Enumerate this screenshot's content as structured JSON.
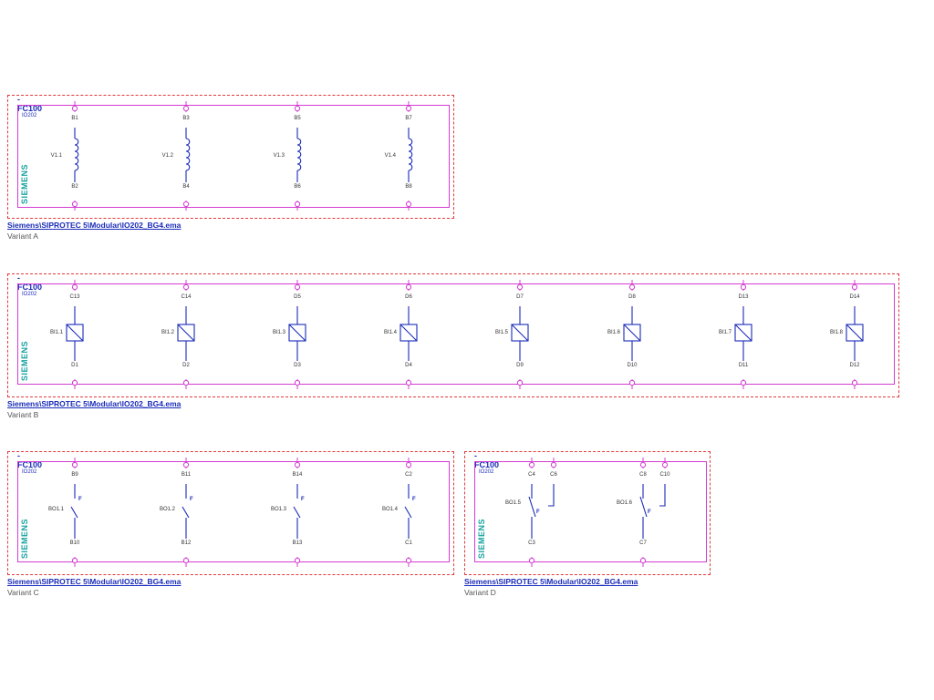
{
  "colors": {
    "frame_dashed": "#e0393c",
    "module_box": "#d43cd4",
    "wire": "#1a2bb8",
    "brand": "#17a3a0",
    "path_text": "#1a2bb8",
    "variant_text": "#555555"
  },
  "icons": {
    "coil": "inductor-coil-icon",
    "input": "binary-input-icon",
    "contact": "relay-contact-icon"
  },
  "variants": [
    {
      "id": "A",
      "tag": "-FC100",
      "module": "IO202",
      "brand": "SIEMENS",
      "path": "Siemens\\SIPROTEC 5\\Modular\\IO202_BG4.ema",
      "label": "Variant A",
      "units": [
        {
          "type": "coil",
          "name": "V1.1",
          "top": "B1",
          "bottom": "B2"
        },
        {
          "type": "coil",
          "name": "V1.2",
          "top": "B3",
          "bottom": "B4"
        },
        {
          "type": "coil",
          "name": "V1.3",
          "top": "B5",
          "bottom": "B6"
        },
        {
          "type": "coil",
          "name": "V1.4",
          "top": "B7",
          "bottom": "B8"
        }
      ]
    },
    {
      "id": "B",
      "tag": "-FC100",
      "module": "IO202",
      "brand": "SIEMENS",
      "path": "Siemens\\SIPROTEC 5\\Modular\\IO202_BG4.ema",
      "label": "Variant B",
      "units": [
        {
          "type": "input",
          "name": "BI1.1",
          "top": "C13",
          "bottom": "D1"
        },
        {
          "type": "input",
          "name": "BI1.2",
          "top": "C14",
          "bottom": "D2"
        },
        {
          "type": "input",
          "name": "BI1.3",
          "top": "D5",
          "bottom": "D3"
        },
        {
          "type": "input",
          "name": "BI1.4",
          "top": "D6",
          "bottom": "D4"
        },
        {
          "type": "input",
          "name": "BI1.5",
          "top": "D7",
          "bottom": "D9"
        },
        {
          "type": "input",
          "name": "BI1.6",
          "top": "D8",
          "bottom": "D10"
        },
        {
          "type": "input",
          "name": "BI1.7",
          "top": "D13",
          "bottom": "D11"
        },
        {
          "type": "input",
          "name": "BI1.8",
          "top": "D14",
          "bottom": "D12"
        }
      ]
    },
    {
      "id": "C",
      "tag": "-FC100",
      "module": "IO202",
      "brand": "SIEMENS",
      "path": "Siemens\\SIPROTEC 5\\Modular\\IO202_BG4.ema",
      "label": "Variant C",
      "units": [
        {
          "type": "no",
          "name": "BO1.1",
          "top": "B9",
          "bottom": "B10",
          "mark": "F"
        },
        {
          "type": "no",
          "name": "BO1.2",
          "top": "B11",
          "bottom": "B12",
          "mark": "F"
        },
        {
          "type": "no",
          "name": "BO1.3",
          "top": "B14",
          "bottom": "B13",
          "mark": "F"
        },
        {
          "type": "no",
          "name": "BO1.4",
          "top": "C2",
          "bottom": "C1",
          "mark": "F"
        }
      ]
    },
    {
      "id": "D",
      "tag": "-FC100",
      "module": "IO202",
      "brand": "SIEMENS",
      "path": "Siemens\\SIPROTEC 5\\Modular\\IO202_BG4.ema",
      "label": "Variant D",
      "units": [
        {
          "type": "co",
          "name": "BO1.5",
          "top": "C4",
          "top2": "C6",
          "bottom": "C3",
          "mark": "F"
        },
        {
          "type": "co",
          "name": "BO1.6",
          "top": "C8",
          "top2": "C10",
          "bottom": "C7",
          "mark": "F"
        }
      ]
    }
  ]
}
